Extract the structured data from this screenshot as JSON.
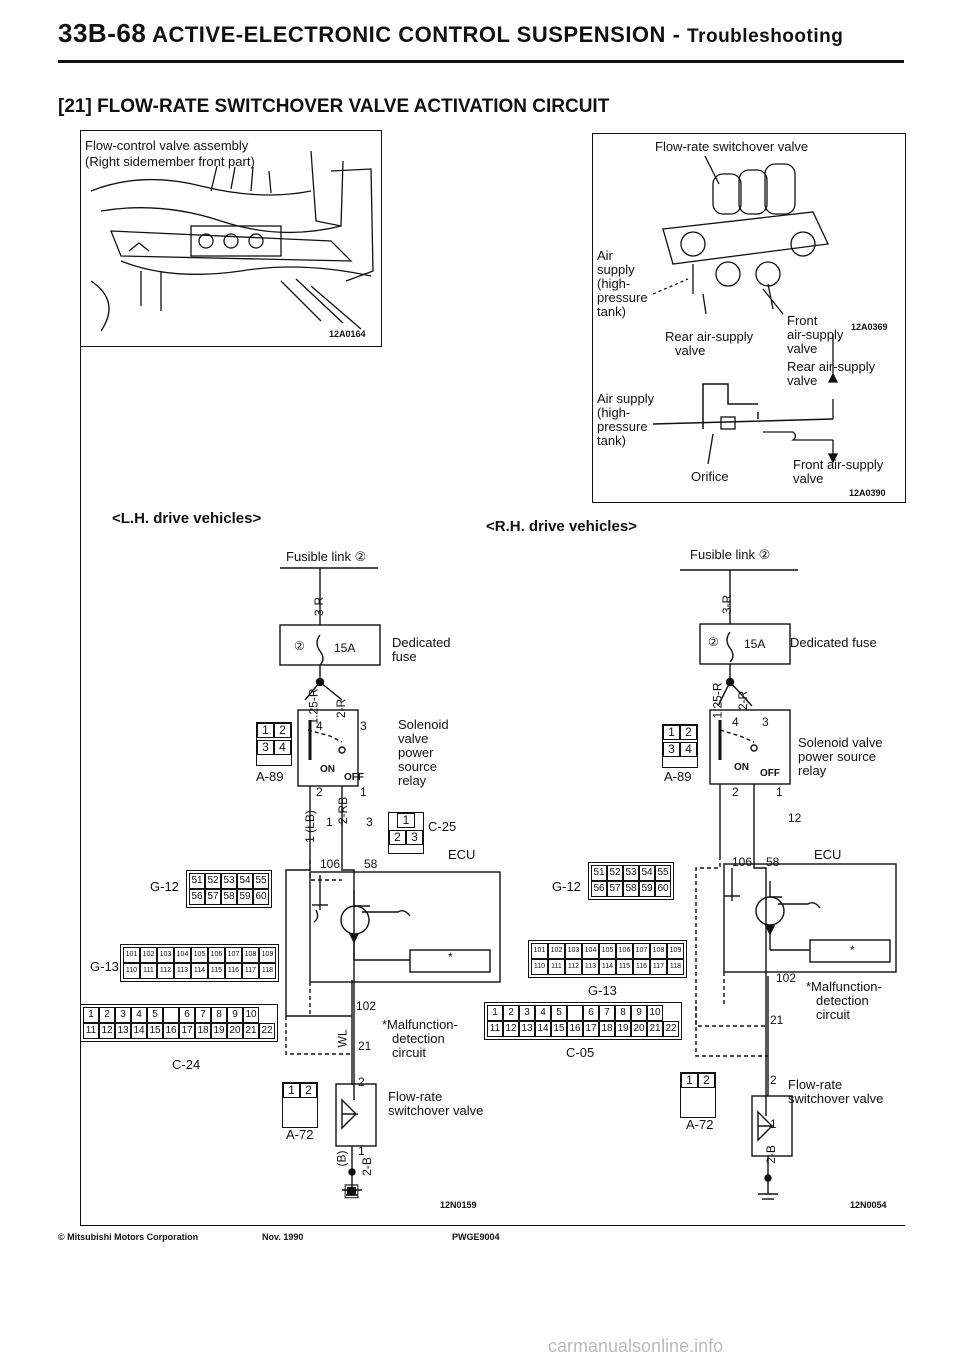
{
  "header": {
    "page_number": "33B-68",
    "title": "ACTIVE-ELECTRONIC CONTROL SUSPENSION",
    "dash": "-",
    "subtitle": "Troubleshooting"
  },
  "section_title": "[21] FLOW-RATE SWITCHOVER VALVE ACTIVATION CIRCUIT",
  "fig_left": {
    "caption_line1": "Flow-control valve assembly",
    "caption_line2": "(Right sidemember front part)",
    "code": "12A0164"
  },
  "fig_right": {
    "title": "Flow-rate switchover valve",
    "air_supply_1": "Air",
    "air_supply_2": "supply",
    "air_supply_3": "(high-",
    "air_supply_4": "pressure",
    "air_supply_5": "tank)",
    "rear_valve_1": "Rear air-supply",
    "rear_valve_2": "valve",
    "front_valve_1": "Front",
    "front_valve_2": "air-supply",
    "front_valve_3": "valve",
    "code_1": "12A0369",
    "rear_valve_b1": "Rear air-supply",
    "rear_valve_b2": "valve",
    "air_b1": "Air supply",
    "air_b2": "(high-",
    "air_b3": "pressure",
    "air_b4": "tank)",
    "orifice": "Orifice",
    "front_b1": "Front air-supply",
    "front_b2": "valve",
    "code_2": "12A0390"
  },
  "lh": {
    "heading": "<L.H. drive vehicles>",
    "fusible_link": "Fusible link ②",
    "wire_3r": "3-R",
    "fuse_num": "②",
    "fuse_rating": "15A",
    "fuse_label_1": "Dedicated",
    "fuse_label_2": "fuse",
    "wire_125r": "1.25-R",
    "wire_2r": "2-R",
    "relay_1": "Solenoid",
    "relay_2": "valve",
    "relay_3": "power",
    "relay_4": "source",
    "relay_5": "relay",
    "on": "ON",
    "off": "OFF",
    "conn_a89": "A-89",
    "pin4": "4",
    "pin3": "3",
    "pin2": "2",
    "pin1": "1",
    "wire_1lb": "1 (LB)",
    "wire_2rb": "2-RB",
    "c25": "C-25",
    "c25_pin1": "1",
    "c25_pin3": "3",
    "ecu": "ECU",
    "p106": "106",
    "p58": "58",
    "p102": "102",
    "p21": "21",
    "p2": "2",
    "p1": "1",
    "star": "*",
    "malf_1": "*Malfunction-",
    "malf_2": "detection",
    "malf_3": "circuit",
    "g12": "G-12",
    "g13": "G-13",
    "c24": "C-24",
    "a72": "A-72",
    "frsv_1": "Flow-rate",
    "frsv_2": "switchover valve",
    "wire_wl": "WL",
    "wire_b": "(B)",
    "wire_2b": "2-B",
    "ground": "▣",
    "code": "12N0159"
  },
  "rh": {
    "heading": "<R.H. drive vehicles>",
    "fusible_link": "Fusible link ②",
    "wire_3r": "3-R",
    "fuse_num": "②",
    "fuse_rating": "15A",
    "fuse_label": "Dedicated fuse",
    "wire_125r": "1.25-R",
    "wire_2r": "2-R",
    "relay_1": "Solenoid valve",
    "relay_2": "power source",
    "relay_3": "relay",
    "on": "ON",
    "off": "OFF",
    "conn_a89": "A-89",
    "pin4": "4",
    "pin3": "3",
    "pin2": "2",
    "pin1": "1",
    "pin12": "12",
    "ecu": "ECU",
    "p106": "106",
    "p58": "58",
    "p102": "102",
    "p21": "21",
    "p2": "2",
    "p1": "1",
    "star": "*",
    "malf_1": "*Malfunction-",
    "malf_2": "detection",
    "malf_3": "circuit",
    "g12": "G-12",
    "g13": "G-13",
    "c05": "C-05",
    "a72": "A-72",
    "frsv_1": "Flow-rate",
    "frsv_2": "switchover valve",
    "wire_2b": "2-B",
    "code": "12N0054"
  },
  "connector_g12": {
    "row1": [
      "51",
      "52",
      "53",
      "54",
      "55"
    ],
    "row2": [
      "56",
      "57",
      "58",
      "59",
      "60"
    ]
  },
  "connector_g13": {
    "row1": [
      "101",
      "102",
      "103",
      "104",
      "105",
      "106",
      "107",
      "108",
      "109"
    ],
    "row2": [
      "110",
      "111",
      "112",
      "113",
      "114",
      "115",
      "116",
      "117",
      "118"
    ]
  },
  "connector_c24": {
    "row1": [
      "1",
      "2",
      "3",
      "4",
      "5",
      "",
      "6",
      "7",
      "8",
      "9",
      "10"
    ],
    "row2": [
      "11",
      "12",
      "13",
      "14",
      "15",
      "16",
      "17",
      "18",
      "19",
      "20",
      "21",
      "22"
    ]
  },
  "connector_a89": {
    "row1": [
      "1",
      "2"
    ],
    "row2": [
      "3",
      "4"
    ]
  },
  "connector_c25": {
    "row1": [
      "1"
    ],
    "row2": [
      "2",
      "3"
    ]
  },
  "footer": {
    "copyright": "© Mitsubishi Motors Corporation",
    "date": "Nov. 1990",
    "doc_code": "PWGE9004"
  },
  "watermark": "carmanualsonline.info"
}
